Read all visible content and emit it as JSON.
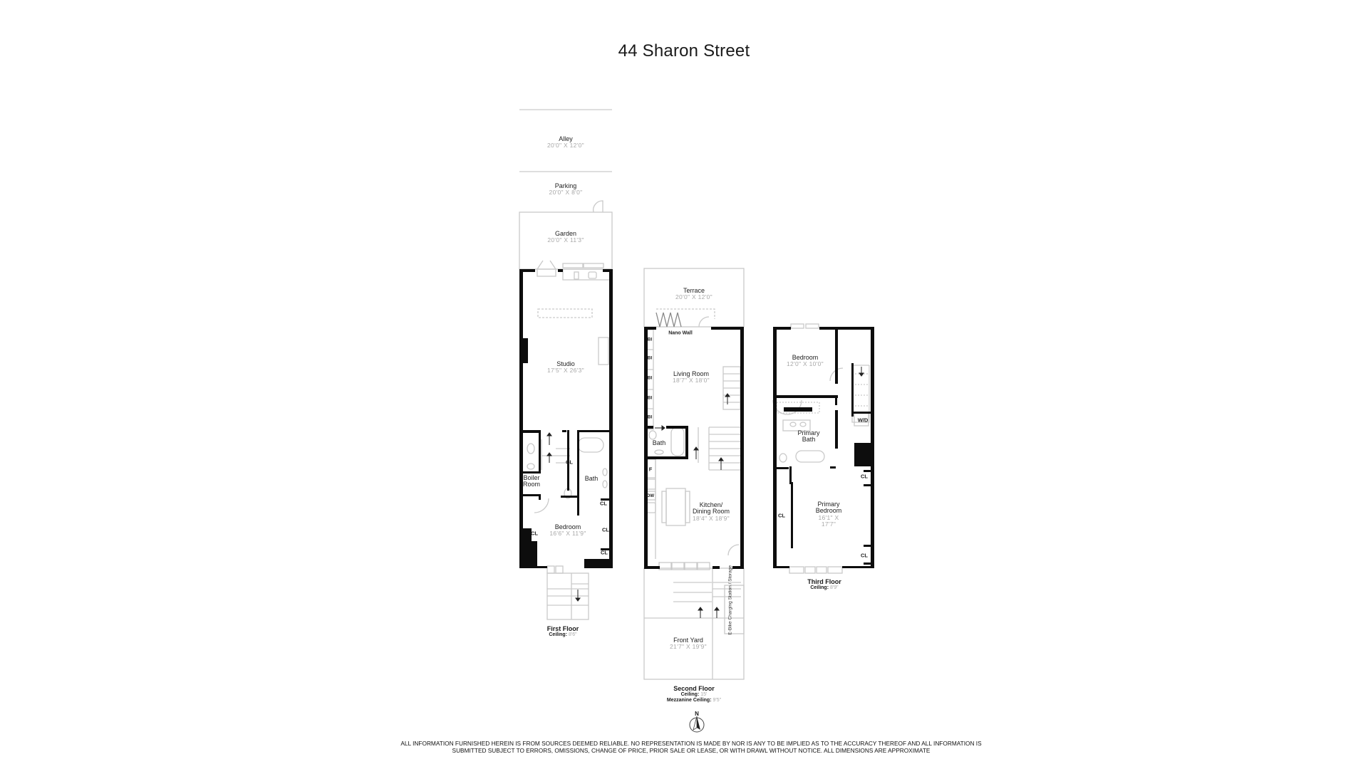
{
  "title": "44 Sharon Street",
  "floors": [
    {
      "name": "First Floor",
      "ceiling_label": "Ceiling:",
      "ceiling_value": "8'6\"",
      "rooms": [
        {
          "name": "Alley",
          "dims": "20'0\" X 12'0\""
        },
        {
          "name": "Parking",
          "dims": "20'0\" X 8'0\""
        },
        {
          "name": "Garden",
          "dims": "20'0\" X 11'3\""
        },
        {
          "name": "Studio",
          "dims": "17'5\" X 26'3\""
        },
        {
          "name": "Boiler Room",
          "dims": ""
        },
        {
          "name": "Bath",
          "dims": ""
        },
        {
          "name": "Bedroom",
          "dims": "16'6\" X 11'9\""
        }
      ],
      "closets": [
        "CL",
        "CL",
        "CL",
        "CL",
        "CL"
      ]
    },
    {
      "name": "Second Floor",
      "ceiling_label": "Ceiling:",
      "ceiling_value": "15'",
      "mezzanine_label": "Mezzanine Ceiling:",
      "mezzanine_value": "9'5\"",
      "rooms": [
        {
          "name": "Terrace",
          "dims": "20'0\" X 12'0\""
        },
        {
          "name": "Living Room",
          "dims": "18'7\" X 18'0\""
        },
        {
          "name": "Bath",
          "dims": ""
        },
        {
          "name": "Kitchen/ Dining Room",
          "dims": "18'4\" X 18'9\""
        },
        {
          "name": "Front Yard",
          "dims": "21'7\" X 19'9\""
        }
      ],
      "annotations": {
        "nano_wall": "Nano Wall",
        "built_in": "BI",
        "fridge": "F",
        "dishwasher": "DW",
        "ebike": "E-Bike Charging Station / Storage"
      }
    },
    {
      "name": "Third Floor",
      "ceiling_label": "Ceiling:",
      "ceiling_value": "8'9\"",
      "rooms": [
        {
          "name": "Bedroom",
          "dims": "12'0\" X 10'0\""
        },
        {
          "name": "Primary Bath",
          "dims": ""
        },
        {
          "name": "Primary Bedroom",
          "dims": "16'1\" X 17'7\""
        }
      ],
      "annotations": {
        "washer_dryer": "W/D",
        "closet": "CL"
      }
    }
  ],
  "compass": {
    "label": "N",
    "icon": "north-arrow-icon"
  },
  "disclaimer": "All information furnished herein is from sources deemed reliable. No representation is made by nor is any to be implied as to the  accuracy thereof and all information is submitted subject to errors, omissions, change of price, prior sale or lease, or with drawl without notice. All dimensions are approximate"
}
